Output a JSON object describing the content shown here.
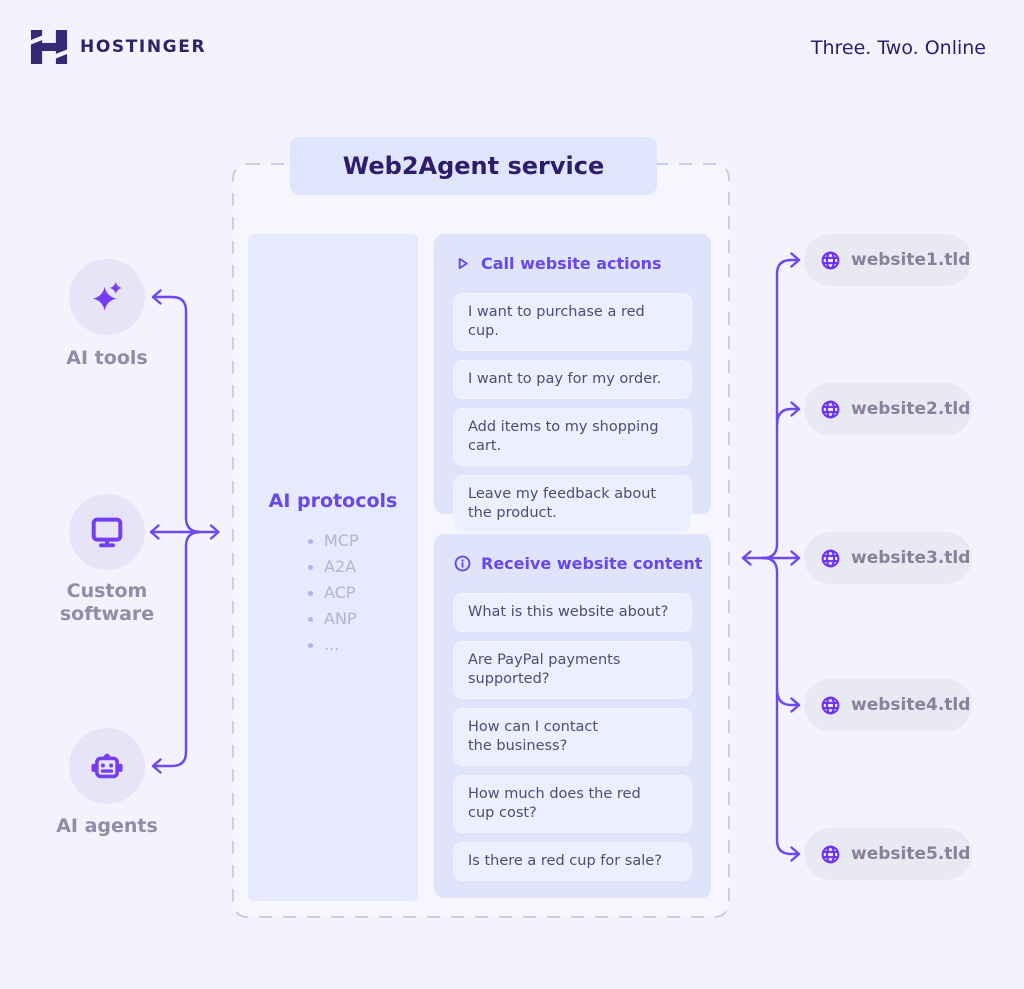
{
  "brand": {
    "name": "HOSTINGER",
    "tagline": "Three. Two. Online"
  },
  "service": {
    "title": "Web2Agent service",
    "protocols": {
      "title": "AI protocols",
      "items": [
        "MCP",
        "A2A",
        "ACP",
        "ANP",
        "..."
      ]
    },
    "sections": [
      {
        "icon": "play-icon",
        "title": "Call website actions",
        "messages": [
          "I want to purchase a red cup.",
          "I want to pay for my order.",
          "Add items to my shopping cart.",
          "Leave my feedback about\nthe product."
        ]
      },
      {
        "icon": "info-icon",
        "title": "Receive website content",
        "messages": [
          "What is this website about?",
          "Are PayPal payments\nsupported?",
          "How can I contact\nthe business?",
          "How much does the red\ncup cost?",
          "Is there a red cup for sale?"
        ]
      }
    ]
  },
  "clients": [
    {
      "icon": "sparkles-icon",
      "label": "AI tools"
    },
    {
      "icon": "monitor-icon",
      "label": "Custom software"
    },
    {
      "icon": "robot-icon",
      "label": "AI agents"
    }
  ],
  "websites": [
    {
      "icon": "globe-icon",
      "label": "website1.tld"
    },
    {
      "icon": "globe-icon",
      "label": "website2.tld"
    },
    {
      "icon": "globe-icon",
      "label": "website3.tld"
    },
    {
      "icon": "globe-icon",
      "label": "website4.tld"
    },
    {
      "icon": "globe-icon",
      "label": "website5.tld"
    }
  ],
  "colors": {
    "background": "#f3f2fd",
    "navy": "#2f1c6a",
    "accent_purple": "#6a47ec",
    "icon_purple": "#743df2",
    "arrow": "#6d49ee",
    "muted_label": "#8f8da7",
    "panel": "#dfe4fb",
    "bubble": "#eceffd",
    "dashed_border": "#c9cee9"
  }
}
